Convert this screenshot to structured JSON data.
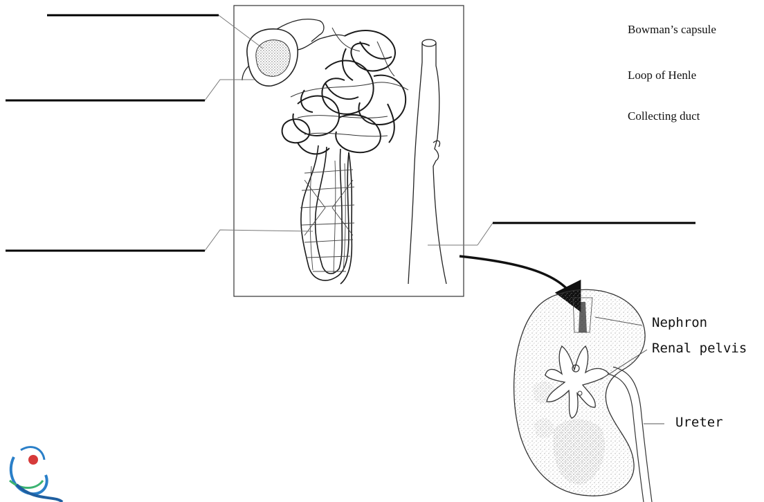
{
  "word_bank": {
    "bowmans_capsule": "Bowman’s capsule",
    "loop_of_henle": "Loop of Henle",
    "collecting_duct": "Collecting duct"
  },
  "kidney_labels": {
    "nephron": "Nephron",
    "renal_pelvis": "Renal pelvis",
    "ureter": "Ureter"
  },
  "answer_blanks": {
    "count": 4,
    "values": [
      "",
      "",
      "",
      ""
    ]
  },
  "colors": {
    "ink": "#111111",
    "kidney_stipple": "#9a9a9a",
    "logo_blue": "#2a7fc8",
    "logo_green": "#3cb371",
    "logo_red": "#d63a3a"
  }
}
